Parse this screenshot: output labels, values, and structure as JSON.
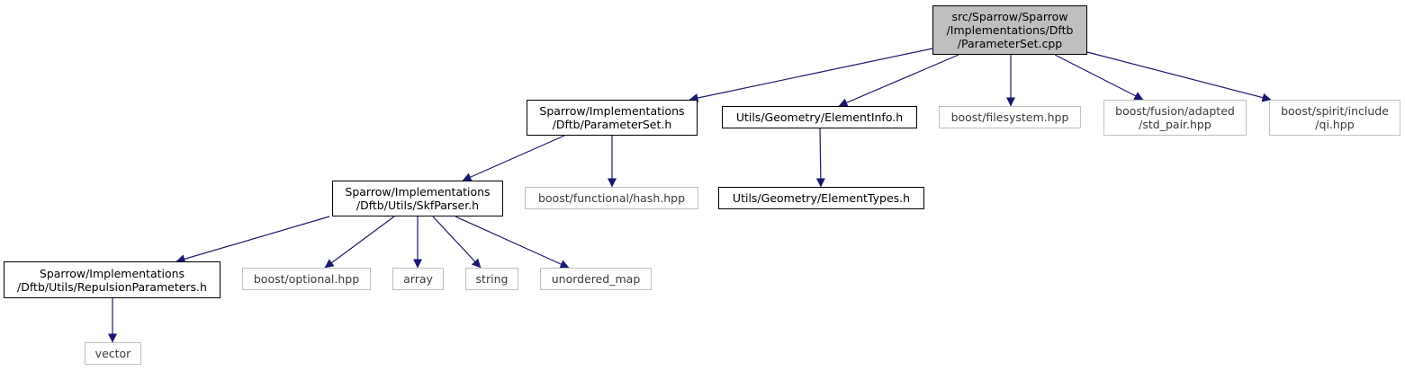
{
  "graph": {
    "edge_color": "#191970",
    "nodes": [
      {
        "id": "root",
        "label": "src/Sparrow/Sparrow\n/Implementations/Dftb\n/ParameterSet.cpp",
        "kind": "main"
      },
      {
        "id": "paramset_h",
        "label": "Sparrow/Implementations\n/Dftb/ParameterSet.h",
        "kind": "local"
      },
      {
        "id": "elementinfo_h",
        "label": "Utils/Geometry/ElementInfo.h",
        "kind": "local"
      },
      {
        "id": "boost_filesystem",
        "label": "boost/filesystem.hpp",
        "kind": "external"
      },
      {
        "id": "boost_fusion",
        "label": "boost/fusion/adapted\n/std_pair.hpp",
        "kind": "external"
      },
      {
        "id": "boost_spirit",
        "label": "boost/spirit/include\n/qi.hpp",
        "kind": "external"
      },
      {
        "id": "skfparser_h",
        "label": "Sparrow/Implementations\n/Dftb/Utils/SkfParser.h",
        "kind": "local"
      },
      {
        "id": "boost_hash",
        "label": "boost/functional/hash.hpp",
        "kind": "external"
      },
      {
        "id": "elementtypes_h",
        "label": "Utils/Geometry/ElementTypes.h",
        "kind": "local"
      },
      {
        "id": "repulsion_h",
        "label": "Sparrow/Implementations\n/Dftb/Utils/RepulsionParameters.h",
        "kind": "local"
      },
      {
        "id": "boost_optional",
        "label": "boost/optional.hpp",
        "kind": "external"
      },
      {
        "id": "array",
        "label": "array",
        "kind": "external"
      },
      {
        "id": "string",
        "label": "string",
        "kind": "external"
      },
      {
        "id": "unordered_map",
        "label": "unordered_map",
        "kind": "external"
      },
      {
        "id": "vector",
        "label": "vector",
        "kind": "external"
      }
    ],
    "edges": [
      {
        "from": "root",
        "to": "paramset_h"
      },
      {
        "from": "root",
        "to": "elementinfo_h"
      },
      {
        "from": "root",
        "to": "boost_filesystem"
      },
      {
        "from": "root",
        "to": "boost_fusion"
      },
      {
        "from": "root",
        "to": "boost_spirit"
      },
      {
        "from": "paramset_h",
        "to": "skfparser_h"
      },
      {
        "from": "paramset_h",
        "to": "boost_hash"
      },
      {
        "from": "elementinfo_h",
        "to": "elementtypes_h"
      },
      {
        "from": "skfparser_h",
        "to": "repulsion_h"
      },
      {
        "from": "skfparser_h",
        "to": "boost_optional"
      },
      {
        "from": "skfparser_h",
        "to": "array"
      },
      {
        "from": "skfparser_h",
        "to": "string"
      },
      {
        "from": "skfparser_h",
        "to": "unordered_map"
      },
      {
        "from": "repulsion_h",
        "to": "vector"
      }
    ]
  }
}
